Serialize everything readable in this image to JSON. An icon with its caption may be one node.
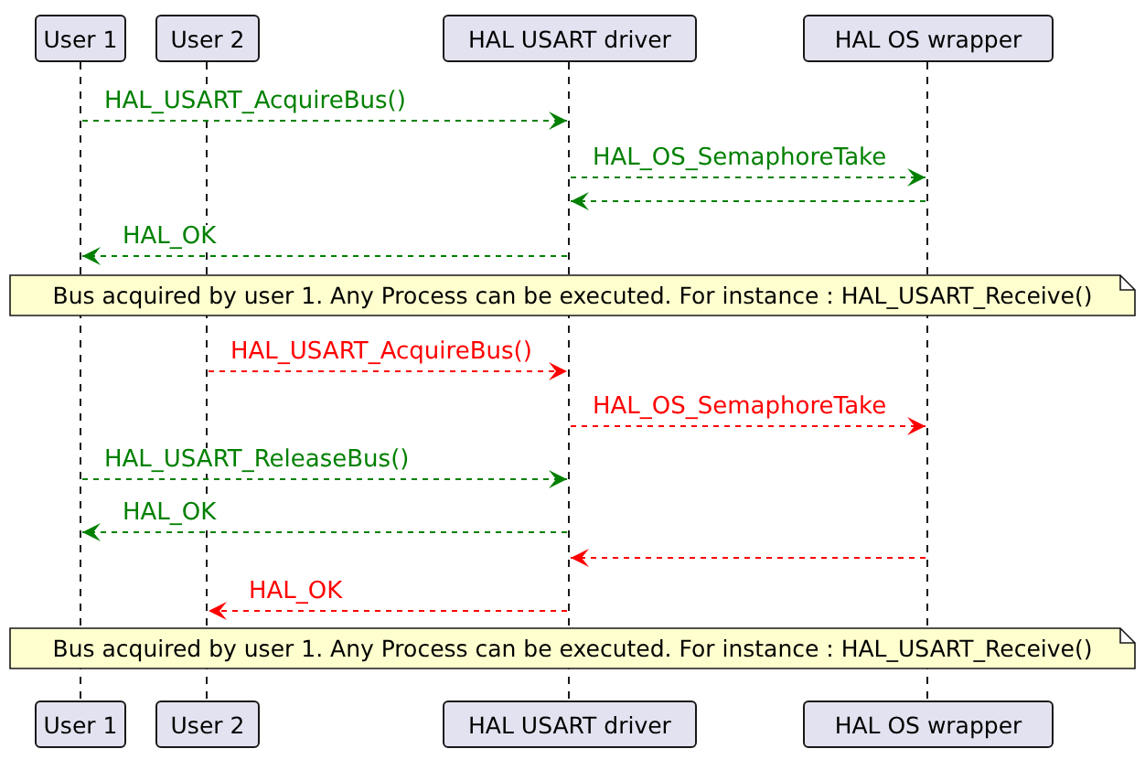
{
  "diagram": {
    "nodes": [
      {
        "text": [
          "User 1"
        ]
      },
      {
        "text": [
          "User 2"
        ]
      },
      {
        "text": [
          "HAL USART driver"
        ]
      },
      {
        "text": [
          "HAL OS wrapper"
        ]
      },
      {
        "text": [
          "Bus acquired by user 1. Any Process can be executed. For instance : HAL_USART_Receive()"
        ]
      },
      {
        "text": [
          "Bus acquired by user 1. Any Process can be executed. For instance : HAL_USART_Receive()"
        ]
      },
      {
        "text": [
          "User 1"
        ]
      },
      {
        "text": [
          "User 2"
        ]
      },
      {
        "text": [
          "HAL USART driver"
        ]
      },
      {
        "text": [
          "HAL OS wrapper"
        ]
      },
      {
        "text": [],
        "shape": "line"
      },
      {
        "text": [],
        "shape": "line"
      },
      {
        "text": [],
        "shape": "line"
      },
      {
        "text": [],
        "shape": "line"
      }
    ],
    "edges": [
      {
        "from": 10,
        "to": 12,
        "arrow": "to",
        "label": "HAL_USART_AcquireBus()",
        "style": "dashed",
        "color": "#008000"
      },
      {
        "from": 12,
        "to": 13,
        "arrow": "to",
        "label": "HAL_OS_SemaphoreTake",
        "style": "dashed",
        "color": "#008000"
      },
      {
        "from": 13,
        "to": 12,
        "arrow": "to",
        "style": "dashed",
        "color": "#008000"
      },
      {
        "from": 12,
        "to": 10,
        "arrow": "to",
        "label": "HAL_OK",
        "style": "dashed",
        "color": "#008000"
      },
      {
        "from": 11,
        "to": 12,
        "arrow": "to",
        "label": "HAL_USART_AcquireBus()",
        "style": "dashed",
        "color": "#ff0000"
      },
      {
        "from": 12,
        "to": 13,
        "arrow": "to",
        "label": "HAL_OS_SemaphoreTake",
        "style": "dashed",
        "color": "#ff0000"
      },
      {
        "from": 10,
        "to": 12,
        "arrow": "to",
        "label": "HAL_USART_ReleaseBus()",
        "style": "dashed",
        "color": "#008000"
      },
      {
        "from": 12,
        "to": 10,
        "arrow": "to",
        "label": "HAL_OK",
        "style": "dashed",
        "color": "#008000"
      },
      {
        "from": 13,
        "to": 12,
        "arrow": "to",
        "style": "dashed",
        "color": "#ff0000"
      },
      {
        "from": 12,
        "to": 11,
        "arrow": "to",
        "label": "HAL_OK",
        "style": "dashed",
        "color": "#ff0000"
      }
    ]
  }
}
